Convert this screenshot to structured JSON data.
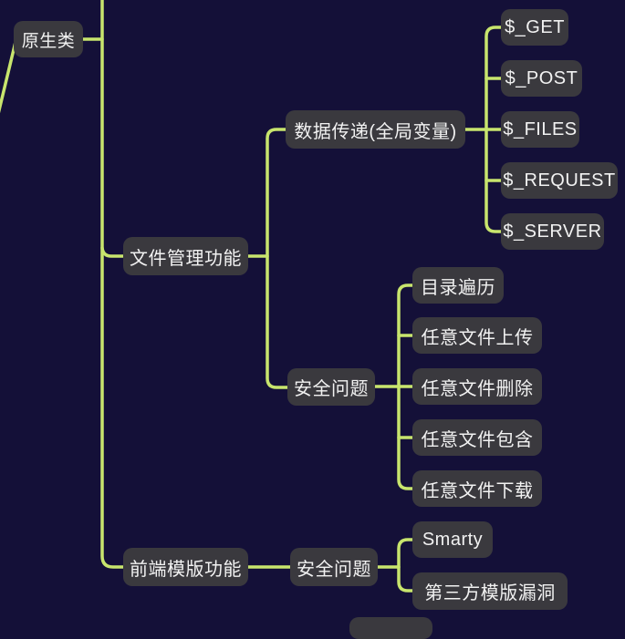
{
  "canvas": {
    "background": "#141038",
    "line_color": "#c8e56d",
    "node_background": "#3a393e",
    "node_text": "#f2f2f2"
  },
  "tree": {
    "label": "原生类",
    "children": [
      {
        "label": "文件管理功能",
        "children": [
          {
            "label": "数据传递(全局变量)",
            "children": [
              {
                "label": "$_GET"
              },
              {
                "label": "$_POST"
              },
              {
                "label": "$_FILES"
              },
              {
                "label": "$_REQUEST"
              },
              {
                "label": "$_SERVER"
              }
            ]
          },
          {
            "label": "安全问题",
            "children": [
              {
                "label": "目录遍历"
              },
              {
                "label": "任意文件上传"
              },
              {
                "label": "任意文件删除"
              },
              {
                "label": "任意文件包含"
              },
              {
                "label": "任意文件下载"
              }
            ]
          }
        ]
      },
      {
        "label": "前端模版功能",
        "children": [
          {
            "label": "安全问题",
            "children": [
              {
                "label": "Smarty"
              },
              {
                "label": "第三方模版漏洞"
              }
            ]
          }
        ]
      }
    ]
  }
}
